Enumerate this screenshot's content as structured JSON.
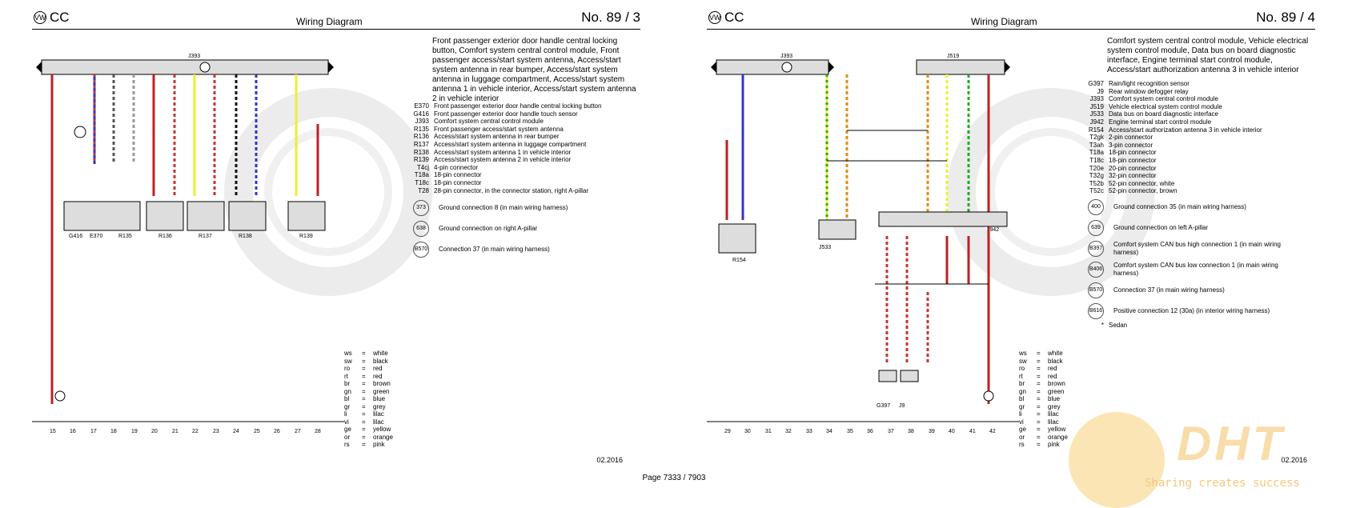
{
  "left": {
    "brand": "CC",
    "header": "Wiring Diagram",
    "page_no": "No.  89 / 3",
    "title": "Front passenger exterior door handle central locking button, Comfort system central control module, Front passenger access/start system antenna, Access/start system antenna in rear bumper, Access/start system antenna in luggage compartment, Access/start system antenna 1 in vehicle interior, Access/start system antenna 2 in vehicle interior",
    "components": [
      {
        "code": "E370",
        "desc": "Front passenger exterior door handle central locking button"
      },
      {
        "code": "G416",
        "desc": "Front passenger exterior door handle touch sensor"
      },
      {
        "code": "J393",
        "desc": "Comfort system central control module"
      },
      {
        "code": "R135",
        "desc": "Front passenger access/start system antenna"
      },
      {
        "code": "R136",
        "desc": "Access/start system antenna in rear bumper"
      },
      {
        "code": "R137",
        "desc": "Access/start system antenna in luggage compartment"
      },
      {
        "code": "R138",
        "desc": "Access/start system antenna 1 in vehicle interior"
      },
      {
        "code": "R139",
        "desc": "Access/start system antenna 2 in vehicle interior"
      },
      {
        "code": "T4cj",
        "desc": "4-pin connector"
      },
      {
        "code": "T18a",
        "desc": "18-pin connector"
      },
      {
        "code": "T18c",
        "desc": "18-pin connector"
      },
      {
        "code": "T28",
        "desc": "28-pin connector, in the connector station, right A-pillar"
      }
    ],
    "grounds": [
      {
        "code": "373",
        "desc": "Ground connection 8 (in main wiring harness)"
      },
      {
        "code": "638",
        "desc": "Ground connection on right A-pillar"
      },
      {
        "code": "B570",
        "desc": "Connection 37 (in main wiring harness)"
      }
    ],
    "module": "J393",
    "bottom_numbers": [
      "15",
      "16",
      "17",
      "18",
      "19",
      "20",
      "21",
      "22",
      "23",
      "24",
      "25",
      "26",
      "27",
      "28"
    ],
    "date": "02.2016"
  },
  "right": {
    "brand": "CC",
    "header": "Wiring Diagram",
    "page_no": "No.  89 / 4",
    "title": "Comfort system central control module, Vehicle electrical system control module, Data bus on board diagnostic interface, Engine terminal start control module, Access/start authorization antenna 3 in vehicle interior",
    "components": [
      {
        "code": "G397",
        "desc": "Rain/light recognition sensor"
      },
      {
        "code": "J9",
        "desc": "Rear window defogger relay"
      },
      {
        "code": "J393",
        "desc": "Comfort system central control module"
      },
      {
        "code": "J519",
        "desc": "Vehicle electrical system control module"
      },
      {
        "code": "J533",
        "desc": "Data bus on board diagnostic interface"
      },
      {
        "code": "J942",
        "desc": "Engine terminal start control module"
      },
      {
        "code": "R154",
        "desc": "Access/start authorization antenna 3 in vehicle interior"
      },
      {
        "code": "T2gk",
        "desc": "2-pin connector"
      },
      {
        "code": "T3ah",
        "desc": "3-pin connector"
      },
      {
        "code": "T18a",
        "desc": "18-pin connector"
      },
      {
        "code": "T18c",
        "desc": "18-pin connector"
      },
      {
        "code": "T20e",
        "desc": "20-pin connector"
      },
      {
        "code": "T32g",
        "desc": "32-pin connector"
      },
      {
        "code": "T52b",
        "desc": "52-pin connector, white"
      },
      {
        "code": "T52c",
        "desc": "52-pin connector, brown"
      }
    ],
    "grounds": [
      {
        "code": "400",
        "desc": "Ground connection 35 (in main wiring harness)"
      },
      {
        "code": "639",
        "desc": "Ground connection on left A-pillar"
      },
      {
        "code": "B397",
        "desc": "Comfort system CAN bus high connection 1 (in main wiring harness)"
      },
      {
        "code": "B406",
        "desc": "Comfort system CAN bus low connection 1 (in main wiring harness)"
      },
      {
        "code": "B570",
        "desc": "Connection 37 (in main wiring harness)"
      },
      {
        "code": "B616",
        "desc": "Positive connection 12 (30a) (in interior wiring harness)"
      },
      {
        "code": "*",
        "desc": "Sedan"
      }
    ],
    "modules": [
      "J393",
      "J519",
      "J533",
      "J942",
      "R154",
      "G397",
      "J9"
    ],
    "bottom_numbers": [
      "29",
      "30",
      "31",
      "32",
      "33",
      "34",
      "35",
      "36",
      "37",
      "38",
      "39",
      "40",
      "41",
      "42"
    ],
    "date": "02.2016"
  },
  "wire_colors": [
    {
      "abbr": "ws",
      "name": "white"
    },
    {
      "abbr": "sw",
      "name": "black"
    },
    {
      "abbr": "ro",
      "name": "red"
    },
    {
      "abbr": "rt",
      "name": "red"
    },
    {
      "abbr": "br",
      "name": "brown"
    },
    {
      "abbr": "gn",
      "name": "green"
    },
    {
      "abbr": "bl",
      "name": "blue"
    },
    {
      "abbr": "gr",
      "name": "grey"
    },
    {
      "abbr": "li",
      "name": "lilac"
    },
    {
      "abbr": "vi",
      "name": "lilac"
    },
    {
      "abbr": "ge",
      "name": "yellow"
    },
    {
      "abbr": "or",
      "name": "orange"
    },
    {
      "abbr": "rs",
      "name": "pink"
    }
  ],
  "left_modules": [
    "G416",
    "E370",
    "R135",
    "R136",
    "R137",
    "R138",
    "R139"
  ],
  "footer": "Page 7333 / 7903",
  "watermark": {
    "brand": "DHT",
    "slogan": "Sharing creates success"
  }
}
